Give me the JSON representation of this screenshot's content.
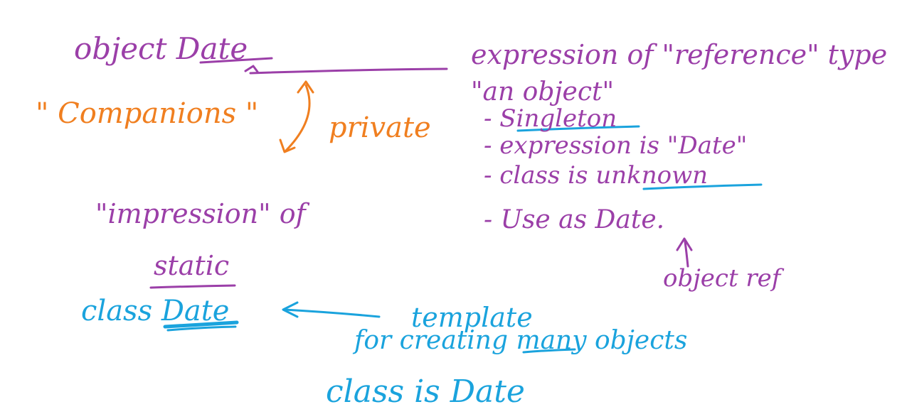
{
  "colors": {
    "purple": "#9b3fa8",
    "orange": "#f07f20",
    "blue": "#1aa3dd"
  },
  "notes": {
    "object_date": "object Date",
    "companions": "\" Companions \"",
    "private": "private",
    "expression_ref": "expression of \"reference\" type",
    "an_object": "\"an object\"",
    "singleton": "- Singleton",
    "expression_is_date": "- expression is \"Date\"",
    "class_is_unknown": "- class is unknown",
    "use_as": "- Use as Date.",
    "object_ref": "object ref",
    "impression_of": "\"impression\" of",
    "static": "static",
    "class_date": "class Date",
    "template": "template",
    "for_creating": "for creating many objects",
    "class_is_date": "class is Date"
  }
}
